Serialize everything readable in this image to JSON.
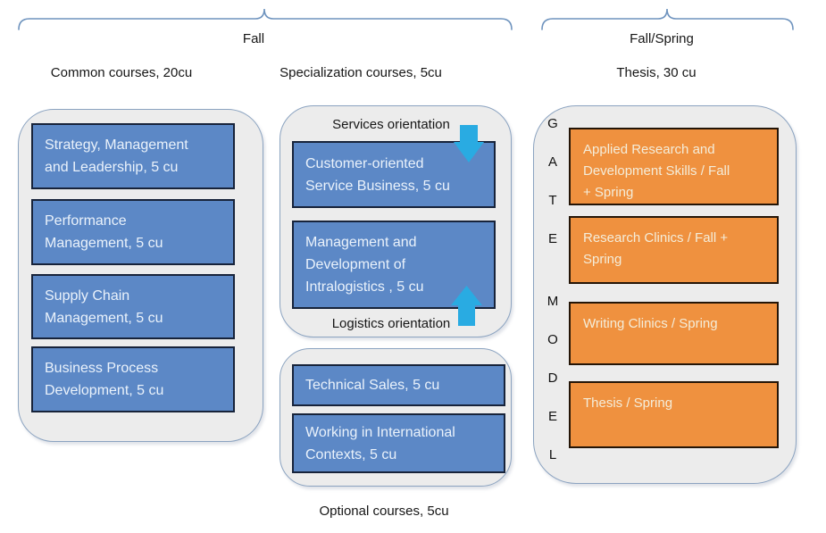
{
  "diagram": {
    "brackets": {
      "fall_label": "Fall",
      "fall_spring_label": "Fall/Spring"
    },
    "column_headers": {
      "common": "Common courses, 20cu",
      "specialization": "Specialization courses, 5cu",
      "thesis": "Thesis, 30 cu"
    },
    "common_panel": {
      "courses": [
        {
          "label": "Strategy, Management\nand Leadership, 5 cu"
        },
        {
          "label": "Performance\nManagement, 5 cu"
        },
        {
          "label": "Supply Chain\nManagement, 5 cu"
        },
        {
          "label": "Business Process\nDevelopment, 5 cu"
        }
      ]
    },
    "specialization_panel": {
      "services_label": "Services orientation",
      "logistics_label": "Logistics orientation",
      "courses": [
        {
          "label": "Customer-oriented\nService Business, 5 cu"
        },
        {
          "label": "Management and\nDevelopment of\nIntralogistics , 5 cu"
        }
      ]
    },
    "optional_panel": {
      "caption": "Optional courses, 5cu",
      "courses": [
        {
          "label": "Technical Sales, 5 cu"
        },
        {
          "label": "Working in International\nContexts, 5 cu"
        }
      ]
    },
    "thesis_panel": {
      "vertical_letters": [
        "G",
        "A",
        "T",
        "E",
        "M",
        "O",
        "D",
        "E",
        "L"
      ],
      "courses": [
        {
          "label": "Applied Research and\nDevelopment Skills / Fall\n+ Spring"
        },
        {
          "label": "Research Clinics / Fall +\nSpring"
        },
        {
          "label": "Writing Clinics / Spring"
        },
        {
          "label": "Thesis / Spring"
        }
      ]
    },
    "icons": {
      "services_arrow": "arrow-down",
      "logistics_arrow": "arrow-up"
    },
    "colors": {
      "course_blue": "#5c88c6",
      "course_orange": "#ef913f",
      "arrow_cyan": "#29abe2",
      "panel_gray": "#ececec",
      "panel_border": "#8ba3c0",
      "bracket_blue": "#6e93be"
    }
  }
}
